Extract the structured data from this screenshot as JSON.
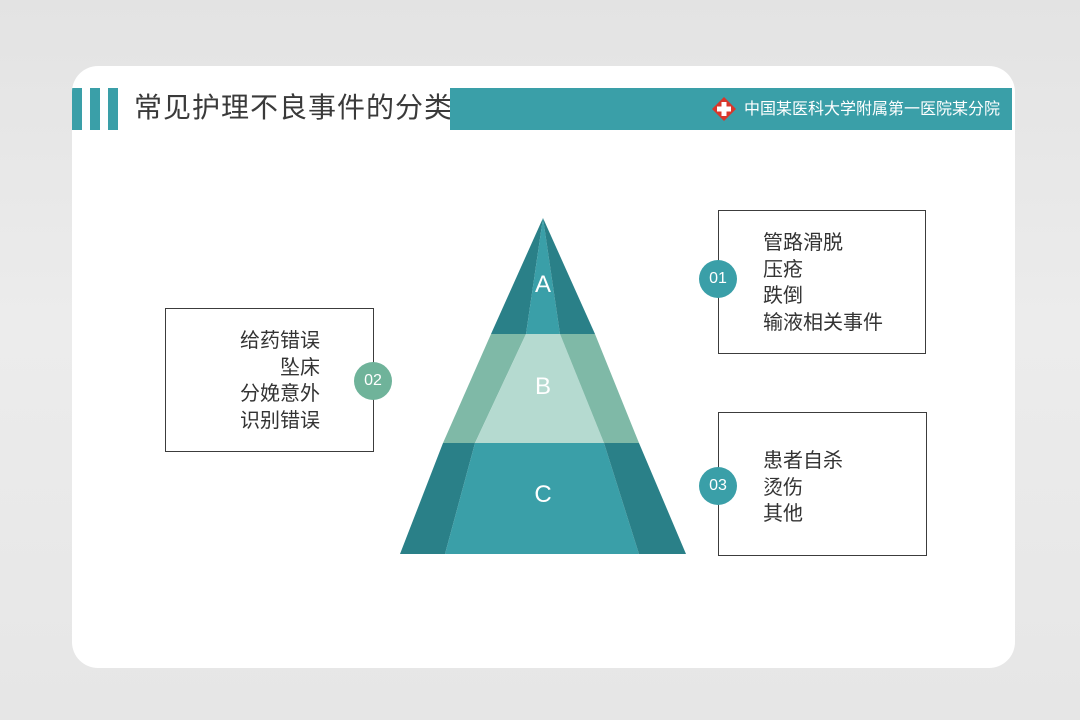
{
  "header": {
    "title": "常见护理不良事件的分类",
    "organization": "中国某医科大学附属第一医院某分院",
    "logo_icon": "red-cross-logo-icon"
  },
  "colors": {
    "teal": "#3a9fa8",
    "teal_dark": "#2a8088",
    "green_mid": "#7fb9a7",
    "green_light": "#b5dad0",
    "badge_green": "#6fb39a",
    "logo_red": "#d9362b"
  },
  "pyramid": {
    "tiers": [
      {
        "label": "A"
      },
      {
        "label": "B"
      },
      {
        "label": "C"
      }
    ]
  },
  "categories": [
    {
      "badge": "01",
      "items": [
        "管路滑脱",
        "压疮",
        "跌倒",
        "输液相关事件"
      ]
    },
    {
      "badge": "02",
      "items": [
        "给药错误",
        "坠床",
        "分娩意外",
        "识别错误"
      ]
    },
    {
      "badge": "03",
      "items": [
        "患者自杀",
        "烫伤",
        "其他"
      ]
    }
  ]
}
